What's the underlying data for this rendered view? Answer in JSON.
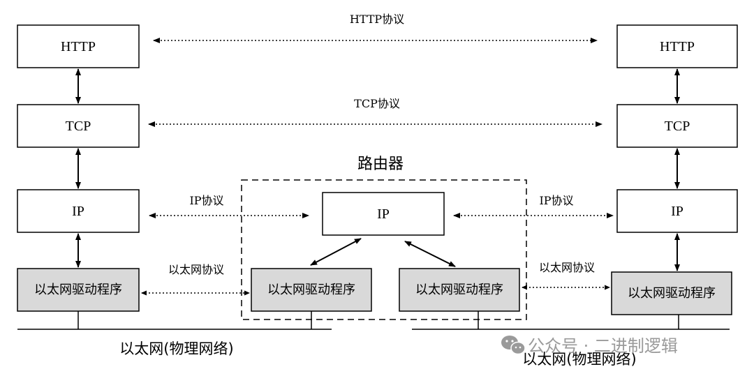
{
  "left_stack": {
    "http": "HTTP",
    "tcp": "TCP",
    "ip": "IP",
    "driver": "以太网驱动程序"
  },
  "right_stack": {
    "http": "HTTP",
    "tcp": "TCP",
    "ip": "IP",
    "driver": "以太网驱动程序"
  },
  "router": {
    "title": "路由器",
    "ip": "IP",
    "driver_left": "以太网驱动程序",
    "driver_right": "以太网驱动程序"
  },
  "protocols": {
    "http": "HTTP协议",
    "tcp": "TCP协议",
    "ip_left": "IP协议",
    "ip_right": "IP协议",
    "eth_left": "以太网协议",
    "eth_right": "以太网协议"
  },
  "networks": {
    "left": "以太网(物理网络)",
    "right": "以太网(物理网络)"
  },
  "watermark": "公众号 · 二进制逻辑",
  "colors": {
    "driver_fill": "#d9d9d9",
    "box_fill": "#ffffff",
    "stroke": "#000000"
  }
}
